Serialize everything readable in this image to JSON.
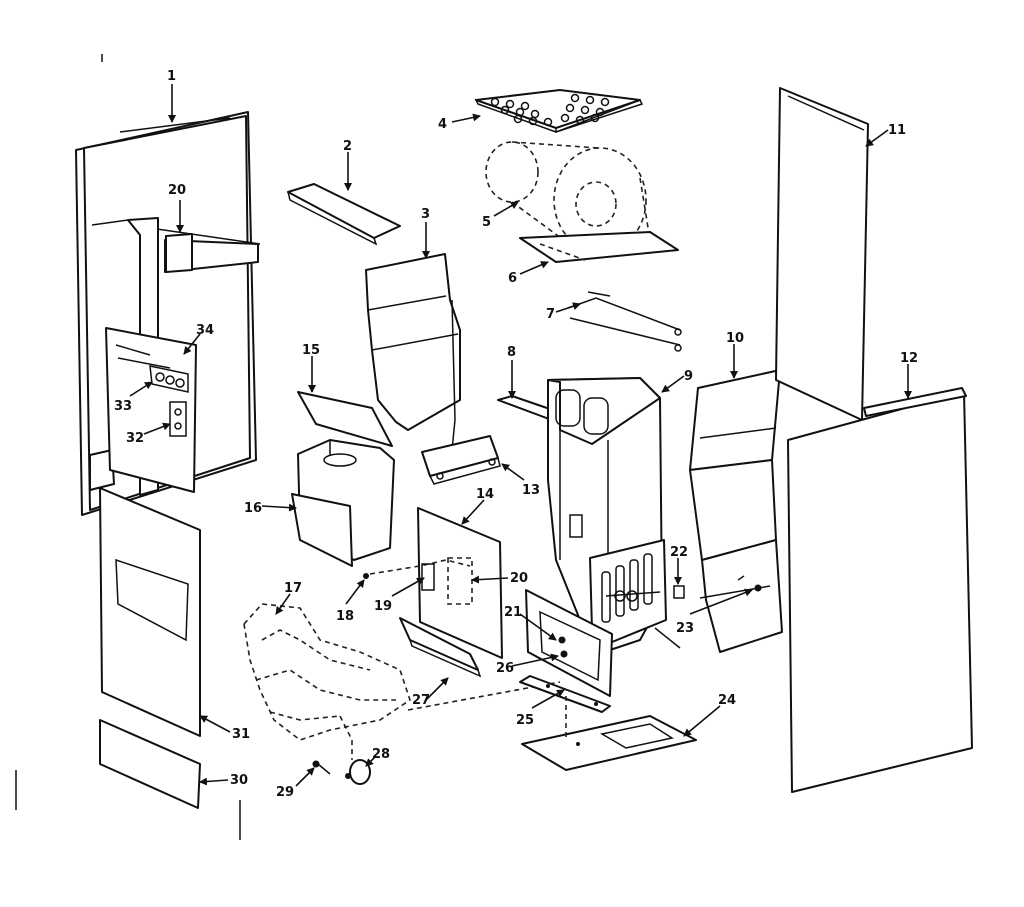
{
  "diagram": {
    "type": "exploded-parts-diagram",
    "line_color": "#111111",
    "background": "#ffffff",
    "callouts": [
      "1",
      "2",
      "3",
      "4",
      "5",
      "6",
      "7",
      "8",
      "9",
      "10",
      "11",
      "12",
      "13",
      "14",
      "15",
      "16",
      "17",
      "18",
      "19",
      "20",
      "20",
      "21",
      "22",
      "23",
      "24",
      "25",
      "26",
      "27",
      "28",
      "29",
      "30",
      "31",
      "32",
      "33",
      "34"
    ]
  }
}
